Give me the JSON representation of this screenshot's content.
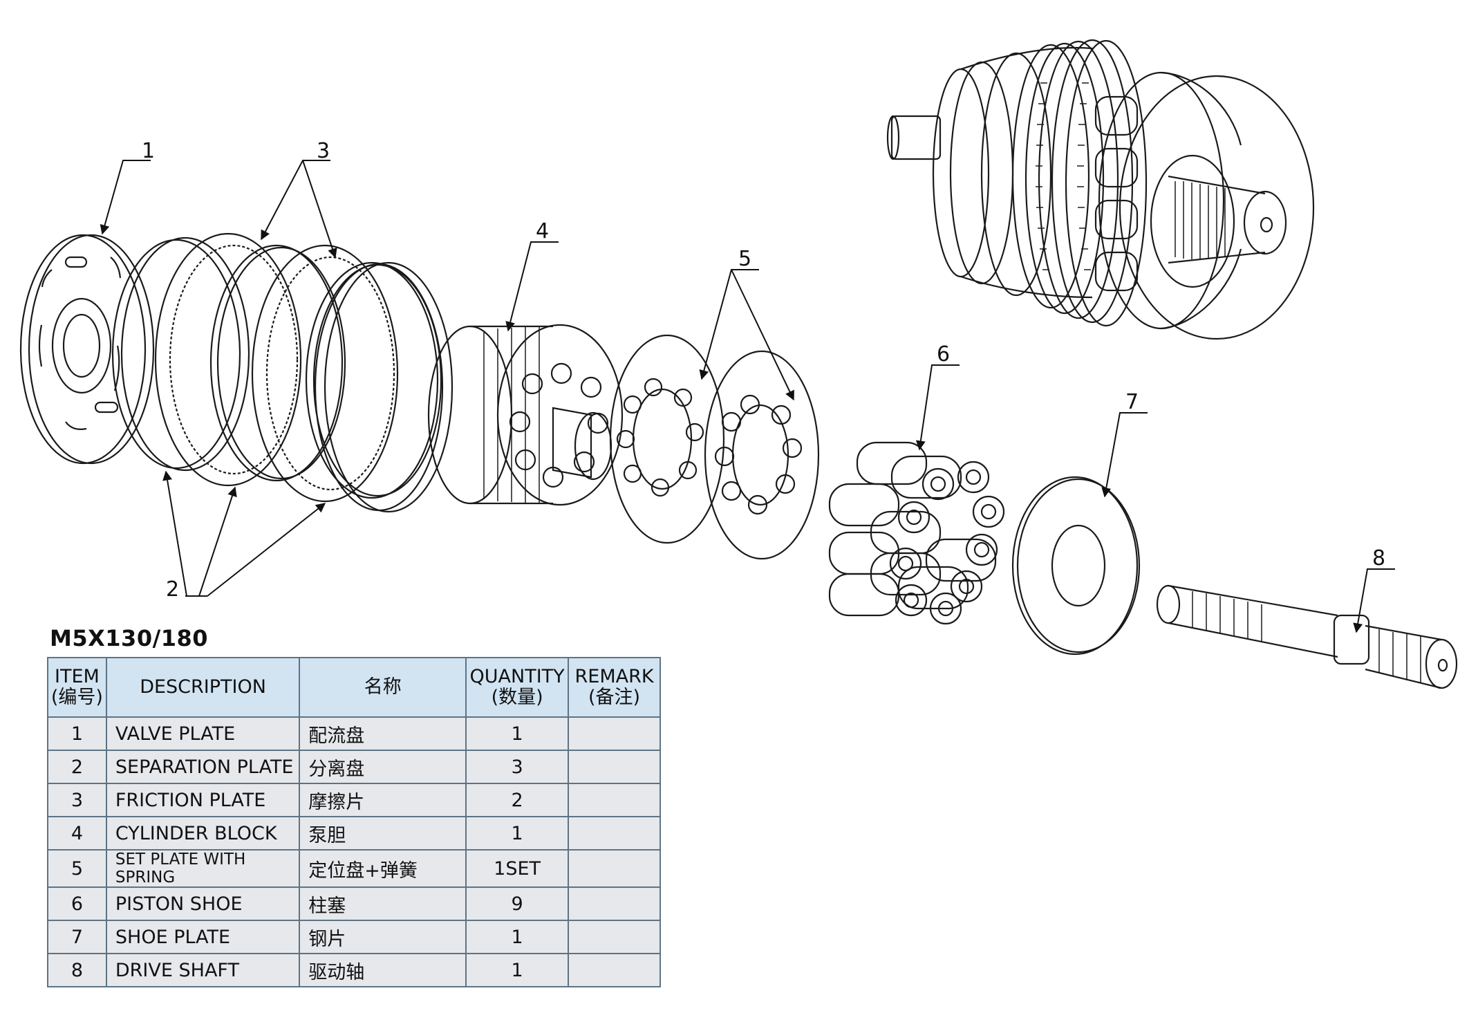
{
  "callouts": [
    "1",
    "2",
    "3",
    "4",
    "5",
    "6",
    "7",
    "8"
  ],
  "model": "M5X130/180",
  "table": {
    "headers": {
      "item": "ITEM",
      "item_cn": "(编号)",
      "description": "DESCRIPTION",
      "name_cn": "名称",
      "quantity": "QUANTITY",
      "quantity_cn": "(数量)",
      "remark": "REMARK",
      "remark_cn": "(备注)"
    },
    "rows": [
      {
        "item": "1",
        "description": "VALVE PLATE",
        "name_cn": "配流盘",
        "quantity": "1",
        "remark": ""
      },
      {
        "item": "2",
        "description": "SEPARATION PLATE",
        "name_cn": "分离盘",
        "quantity": "3",
        "remark": ""
      },
      {
        "item": "3",
        "description": "FRICTION PLATE",
        "name_cn": "摩擦片",
        "quantity": "2",
        "remark": ""
      },
      {
        "item": "4",
        "description": "CYLINDER BLOCK",
        "name_cn": "泵胆",
        "quantity": "1",
        "remark": ""
      },
      {
        "item": "5",
        "description": "SET PLATE WITH SPRING",
        "name_cn": "定位盘+弹簧",
        "quantity": "1SET",
        "remark": ""
      },
      {
        "item": "6",
        "description": "PISTON SHOE",
        "name_cn": "柱塞",
        "quantity": "9",
        "remark": ""
      },
      {
        "item": "7",
        "description": "SHOE PLATE",
        "name_cn": "钢片",
        "quantity": "1",
        "remark": ""
      },
      {
        "item": "8",
        "description": "DRIVE SHAFT",
        "name_cn": "驱动轴",
        "quantity": "1",
        "remark": ""
      }
    ]
  }
}
